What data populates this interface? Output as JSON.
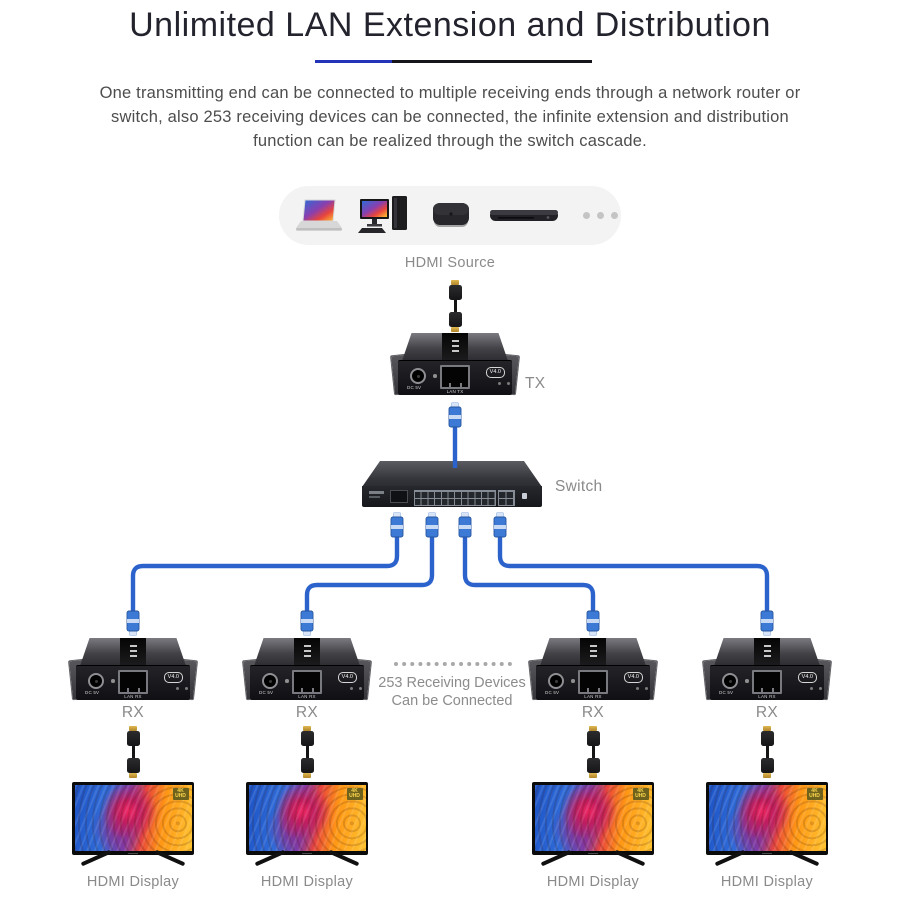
{
  "header": {
    "title": "Unlimited LAN Extension and Distribution",
    "description": "One transmitting end can be connected to multiple receiving ends through a network router or switch, also 253 receiving devices can be connected, the infinite extension and distribution function can be realized through the switch cascade."
  },
  "colors": {
    "divider_blue": "#2334b8",
    "divider_black": "#15151a",
    "cable_blue": "#2b62cc",
    "label_gray": "#8a8a8a"
  },
  "source": {
    "label": "HDMI Source",
    "icons": [
      "laptop-icon",
      "desktop-pc-icon",
      "tv-box-icon",
      "media-player-icon",
      "ellipsis-icon"
    ]
  },
  "transmitter": {
    "label": "TX"
  },
  "network_switch": {
    "label": "Switch"
  },
  "receiver": {
    "label": "RX"
  },
  "device": {
    "version_badge": "V4.0",
    "dc_label": "DC 5V",
    "lan_tx_label": "LAN TX",
    "lan_rx_label": "LAN RX"
  },
  "annotation": {
    "line1": "253 Receiving Devices",
    "line2": "Can be Connected"
  },
  "display": {
    "label": "HDMI Display",
    "badge": "4K UHD"
  }
}
